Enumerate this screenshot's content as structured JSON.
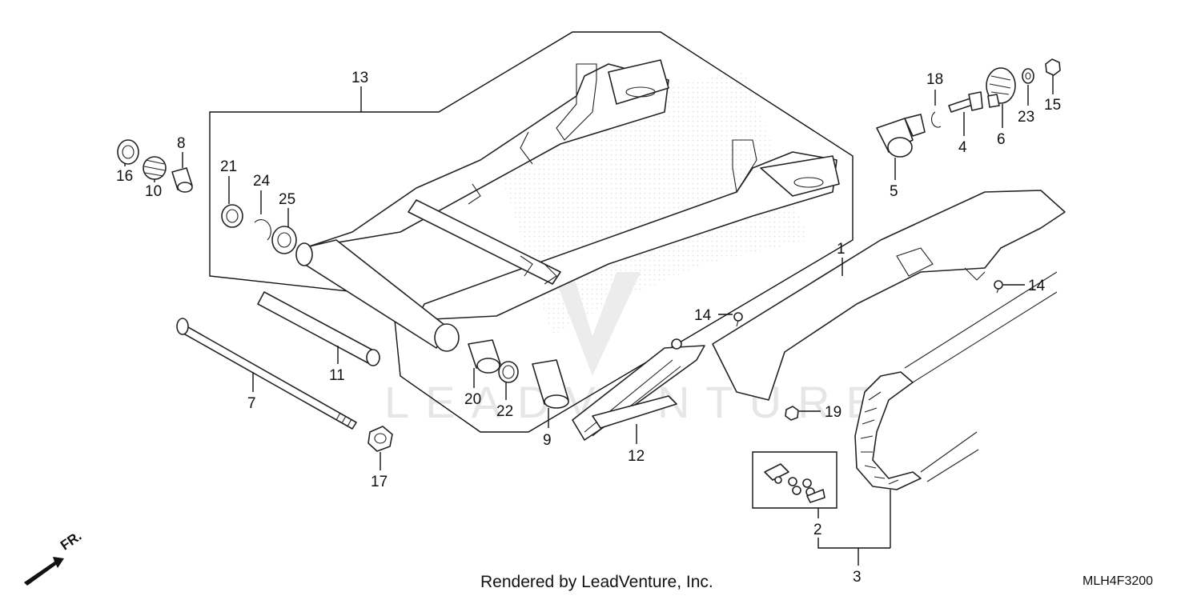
{
  "watermark": "LEADVENTURE",
  "footer": {
    "credit": "Rendered by LeadVenture, Inc.",
    "diagram_code": "MLH4F3200"
  },
  "direction_indicator": "FR.",
  "callouts": {
    "c1": "1",
    "c2": "2",
    "c3": "3",
    "c4": "4",
    "c5": "5",
    "c6": "6",
    "c7": "7",
    "c8": "8",
    "c9": "9",
    "c10": "10",
    "c11": "11",
    "c12": "12",
    "c13": "13",
    "c14a": "14",
    "c14b": "14",
    "c15": "15",
    "c16": "16",
    "c17": "17",
    "c18": "18",
    "c19": "19",
    "c20": "20",
    "c21": "21",
    "c22": "22",
    "c23": "23",
    "c24": "24",
    "c25": "25"
  }
}
